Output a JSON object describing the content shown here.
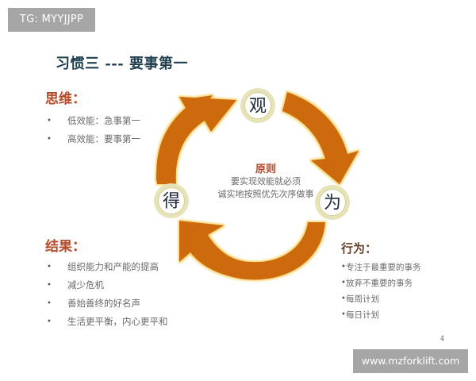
{
  "watermarks": {
    "top_left": "TG: MYYJJPP",
    "bottom_right": "www.mzforklift.com"
  },
  "slide": {
    "title": "习惯三 --- 要事第一",
    "page_number": "4"
  },
  "thinking": {
    "heading": "思维：",
    "items": [
      "低效能：急事第一",
      "高效能：要事第一"
    ]
  },
  "results": {
    "heading": "结果：",
    "items": [
      "组织能力和产能的提高",
      "减少危机",
      "善始善终的好名声",
      "生活更平衡，内心更平和"
    ]
  },
  "behavior": {
    "heading": "行为：",
    "items": [
      "专注于最重要的事务",
      "放弃不重要的事务",
      "每周计划",
      "每日计划"
    ]
  },
  "cycle": {
    "nodes": [
      {
        "label": "观",
        "position": "top"
      },
      {
        "label": "为",
        "position": "right"
      },
      {
        "label": "得",
        "position": "left"
      }
    ],
    "center": {
      "title": "原则",
      "lines": [
        "要实现效能就必须",
        "诚实地按照优先次序做事"
      ]
    },
    "colors": {
      "arrow": "#cc6a0e",
      "arrow_glow": "#f6d36a",
      "node_ring": "#dcd9a8",
      "node_fill": "#ffffff",
      "heading": "#b34a2a",
      "title": "#1f3f4f"
    }
  }
}
